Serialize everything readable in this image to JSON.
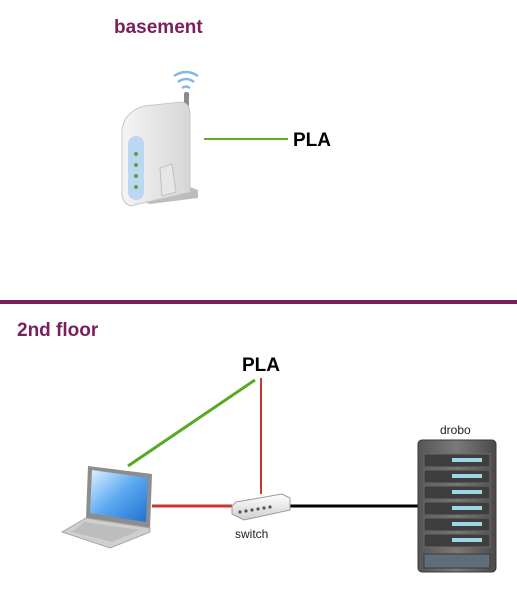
{
  "floors": [
    {
      "label": "basement"
    },
    {
      "label": "2nd floor"
    }
  ],
  "nodes": {
    "router": {
      "icon": "wifi-router-icon"
    },
    "pla_basement": {
      "label": "PLA"
    },
    "pla_2nd": {
      "label": "PLA"
    },
    "laptop": {
      "icon": "laptop-icon"
    },
    "switch": {
      "label": "switch",
      "icon": "network-switch-icon"
    },
    "drobo": {
      "label": "drobo",
      "icon": "storage-server-icon"
    }
  },
  "links": [
    {
      "from": "router",
      "to": "pla_basement",
      "color": "#66aa22"
    },
    {
      "from": "laptop",
      "to": "pla_2nd",
      "color": "#55aa22"
    },
    {
      "from": "pla_2nd",
      "to": "switch",
      "color": "#cc3333"
    },
    {
      "from": "laptop",
      "to": "switch",
      "color": "#cc3333"
    },
    {
      "from": "switch",
      "to": "drobo",
      "color": "#000000"
    }
  ],
  "colors": {
    "accent": "#7a1f5c",
    "divider": "#7a1f5c"
  }
}
